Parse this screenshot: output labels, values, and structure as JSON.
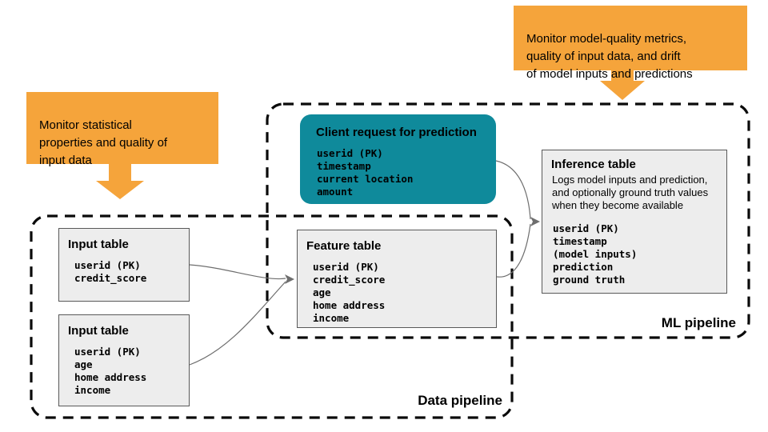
{
  "callouts": {
    "data_monitor": {
      "text": "Monitor statistical\nproperties and quality of\ninput data"
    },
    "ml_monitor": {
      "text": "Monitor model-quality metrics,\nquality of input data, and drift\nof model inputs and predictions"
    }
  },
  "pipelines": {
    "data": {
      "label": "Data pipeline"
    },
    "ml": {
      "label": "ML pipeline"
    }
  },
  "nodes": {
    "client_request": {
      "title": "Client request for prediction",
      "fields": [
        "userid (PK)",
        "timestamp",
        "current location",
        "amount"
      ]
    },
    "input_table_1": {
      "title": "Input table",
      "fields": [
        "userid (PK)",
        "credit_score"
      ]
    },
    "input_table_2": {
      "title": "Input table",
      "fields": [
        "userid (PK)",
        "age",
        "home address",
        "income"
      ]
    },
    "feature_table": {
      "title": "Feature table",
      "fields": [
        "userid (PK)",
        "credit_score",
        "age",
        "home address",
        "income"
      ]
    },
    "inference_table": {
      "title": "Inference table",
      "description": "Logs model inputs and prediction,\nand optionally ground truth values\nwhen they become available",
      "fields": [
        "userid (PK)",
        "timestamp",
        "(model inputs)",
        "prediction",
        "ground truth"
      ]
    }
  },
  "colors": {
    "callout_orange": "#F5A43B",
    "client_teal": "#0F8A9B",
    "table_fill": "#EDEDED",
    "table_border": "#595959",
    "dashed_boundary": "#0A0A0A",
    "connector": "#6E6E6E"
  }
}
